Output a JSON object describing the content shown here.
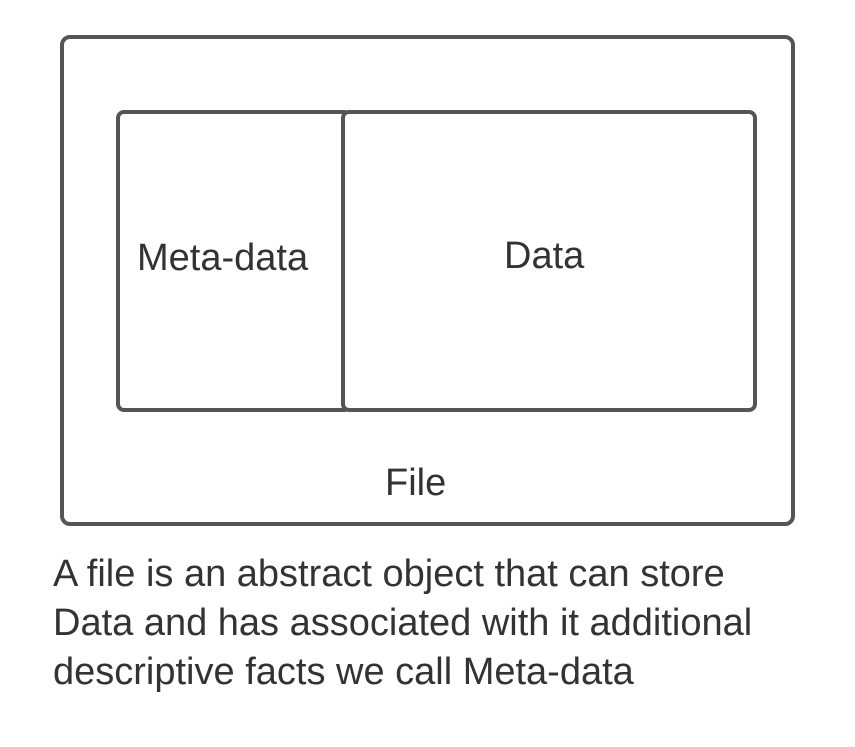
{
  "diagram": {
    "file_label": "File",
    "metadata_label": "Meta-data",
    "data_label": "Data"
  },
  "caption": {
    "lines": [
      "A file is an abstract object that can store",
      "Data and has associated with it additional",
      "descriptive facts we call Meta-data"
    ]
  },
  "colors": {
    "border": "#555555",
    "text": "#333333",
    "background": "#ffffff"
  }
}
